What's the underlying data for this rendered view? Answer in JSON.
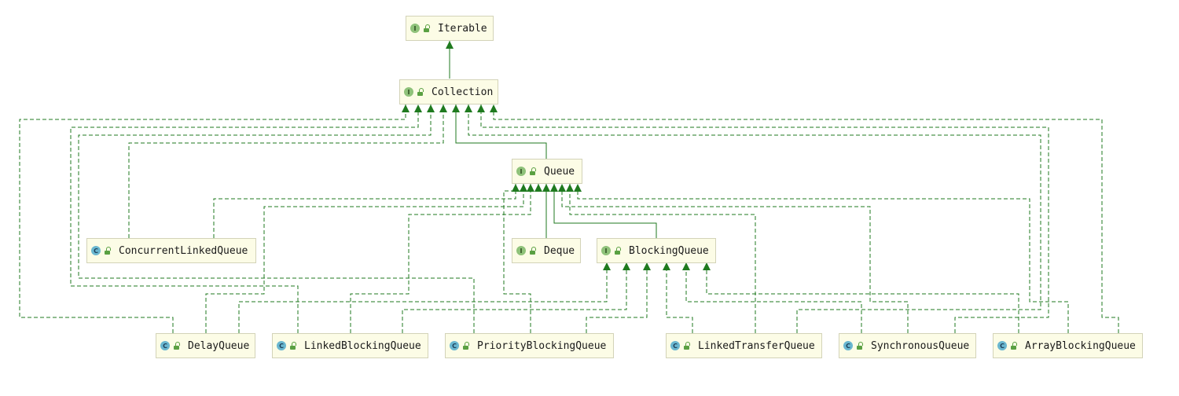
{
  "nodes": [
    {
      "id": "iterable",
      "label": "Iterable",
      "kind": "interface",
      "badge": "I"
    },
    {
      "id": "collection",
      "label": "Collection",
      "kind": "interface",
      "badge": "I"
    },
    {
      "id": "queue",
      "label": "Queue",
      "kind": "interface",
      "badge": "I"
    },
    {
      "id": "concurrent_linked_queue",
      "label": "ConcurrentLinkedQueue",
      "kind": "class",
      "badge": "C"
    },
    {
      "id": "deque",
      "label": "Deque",
      "kind": "interface",
      "badge": "I"
    },
    {
      "id": "blocking_queue",
      "label": "BlockingQueue",
      "kind": "interface",
      "badge": "I"
    },
    {
      "id": "delay_queue",
      "label": "DelayQueue",
      "kind": "class",
      "badge": "C"
    },
    {
      "id": "linked_blocking_queue",
      "label": "LinkedBlockingQueue",
      "kind": "class",
      "badge": "C"
    },
    {
      "id": "priority_blocking_queue",
      "label": "PriorityBlockingQueue",
      "kind": "class",
      "badge": "C"
    },
    {
      "id": "linked_transfer_queue",
      "label": "LinkedTransferQueue",
      "kind": "class",
      "badge": "C"
    },
    {
      "id": "synchronous_queue",
      "label": "SynchronousQueue",
      "kind": "class",
      "badge": "C"
    },
    {
      "id": "array_blocking_queue",
      "label": "ArrayBlockingQueue",
      "kind": "class",
      "badge": "C"
    }
  ],
  "edges": [
    {
      "from": "collection",
      "to": "iterable",
      "style": "extends"
    },
    {
      "from": "queue",
      "to": "collection",
      "style": "extends"
    },
    {
      "from": "deque",
      "to": "queue",
      "style": "extends"
    },
    {
      "from": "blocking_queue",
      "to": "queue",
      "style": "extends"
    },
    {
      "from": "concurrent_linked_queue",
      "to": "collection",
      "style": "implements"
    },
    {
      "from": "concurrent_linked_queue",
      "to": "queue",
      "style": "implements"
    },
    {
      "from": "delay_queue",
      "to": "collection",
      "style": "implements"
    },
    {
      "from": "delay_queue",
      "to": "queue",
      "style": "implements"
    },
    {
      "from": "delay_queue",
      "to": "blocking_queue",
      "style": "implements"
    },
    {
      "from": "linked_blocking_queue",
      "to": "collection",
      "style": "implements"
    },
    {
      "from": "linked_blocking_queue",
      "to": "queue",
      "style": "implements"
    },
    {
      "from": "linked_blocking_queue",
      "to": "blocking_queue",
      "style": "implements"
    },
    {
      "from": "priority_blocking_queue",
      "to": "collection",
      "style": "implements"
    },
    {
      "from": "priority_blocking_queue",
      "to": "queue",
      "style": "implements"
    },
    {
      "from": "priority_blocking_queue",
      "to": "blocking_queue",
      "style": "implements"
    },
    {
      "from": "linked_transfer_queue",
      "to": "queue",
      "style": "implements"
    },
    {
      "from": "linked_transfer_queue",
      "to": "blocking_queue",
      "style": "implements"
    },
    {
      "from": "synchronous_queue",
      "to": "collection",
      "style": "implements"
    },
    {
      "from": "synchronous_queue",
      "to": "queue",
      "style": "implements"
    },
    {
      "from": "synchronous_queue",
      "to": "blocking_queue",
      "style": "implements"
    },
    {
      "from": "array_blocking_queue",
      "to": "collection",
      "style": "implements"
    },
    {
      "from": "array_blocking_queue",
      "to": "queue",
      "style": "implements"
    },
    {
      "from": "array_blocking_queue",
      "to": "blocking_queue",
      "style": "implements"
    }
  ],
  "colors": {
    "edge": "#1f7a1f",
    "node_fill": "#fcfce6",
    "node_border": "#d3d3b8",
    "interface_badge": "#8fc27a",
    "class_badge": "#6ab7d0"
  }
}
